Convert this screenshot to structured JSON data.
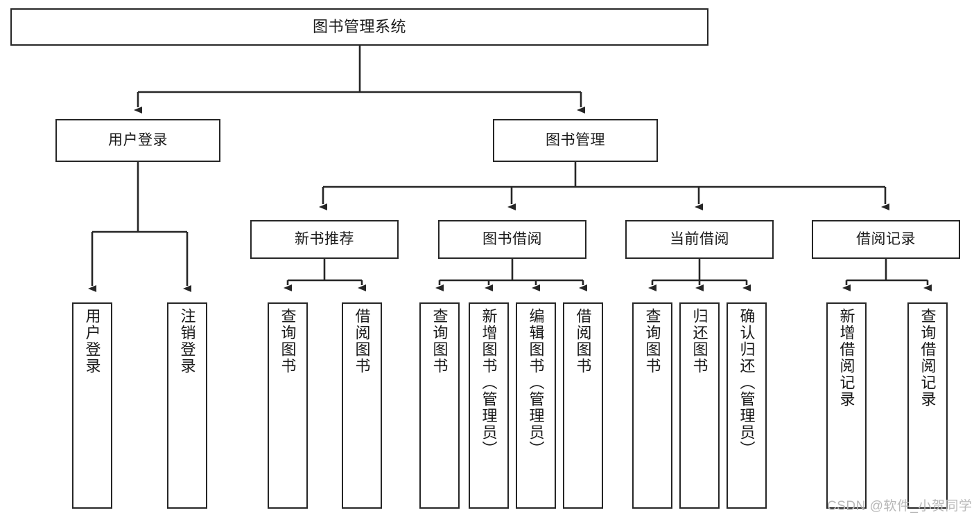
{
  "diagram": {
    "type": "tree-hierarchy",
    "title": "图书管理系统",
    "root": {
      "id": "root",
      "label": "图书管理系统"
    },
    "level2": [
      {
        "id": "user-login",
        "label": "用户登录"
      },
      {
        "id": "book-manage",
        "label": "图书管理"
      }
    ],
    "level3": [
      {
        "id": "new-book-rec",
        "label": "新书推荐",
        "parent": "book-manage"
      },
      {
        "id": "book-borrow",
        "label": "图书借阅",
        "parent": "book-manage"
      },
      {
        "id": "current-borrow",
        "label": "当前借阅",
        "parent": "book-manage"
      },
      {
        "id": "borrow-record",
        "label": "借阅记录",
        "parent": "book-manage"
      }
    ],
    "leaves": [
      {
        "id": "leaf-user-login",
        "label": "用户登录",
        "parent": "user-login"
      },
      {
        "id": "leaf-logout-login",
        "label": "注销登录",
        "parent": "user-login"
      },
      {
        "id": "leaf-query-book-1",
        "label": "查询图书",
        "parent": "new-book-rec"
      },
      {
        "id": "leaf-borrow-book-1",
        "label": "借阅图书",
        "parent": "new-book-rec"
      },
      {
        "id": "leaf-query-book-2",
        "label": "查询图书",
        "parent": "book-borrow"
      },
      {
        "id": "leaf-add-book",
        "label": "新增图书（管理员）",
        "parent": "book-borrow"
      },
      {
        "id": "leaf-edit-book",
        "label": "编辑图书（管理员）",
        "parent": "book-borrow"
      },
      {
        "id": "leaf-borrow-book-2",
        "label": "借阅图书",
        "parent": "book-borrow"
      },
      {
        "id": "leaf-query-book-3",
        "label": "查询图书",
        "parent": "current-borrow"
      },
      {
        "id": "leaf-return-book",
        "label": "归还图书",
        "parent": "current-borrow"
      },
      {
        "id": "leaf-confirm-return",
        "label": "确认归还（管理员）",
        "parent": "current-borrow"
      },
      {
        "id": "leaf-add-record",
        "label": "新增借阅记录",
        "parent": "borrow-record"
      },
      {
        "id": "leaf-query-record",
        "label": "查询借阅记录",
        "parent": "borrow-record"
      }
    ],
    "colors": {
      "stroke": "#262626",
      "fill": "#ffffff",
      "text": "#1a1a1a",
      "watermark": "#b8b8b8"
    }
  },
  "watermark": {
    "text": "CSDN @软件_小贺同学"
  }
}
